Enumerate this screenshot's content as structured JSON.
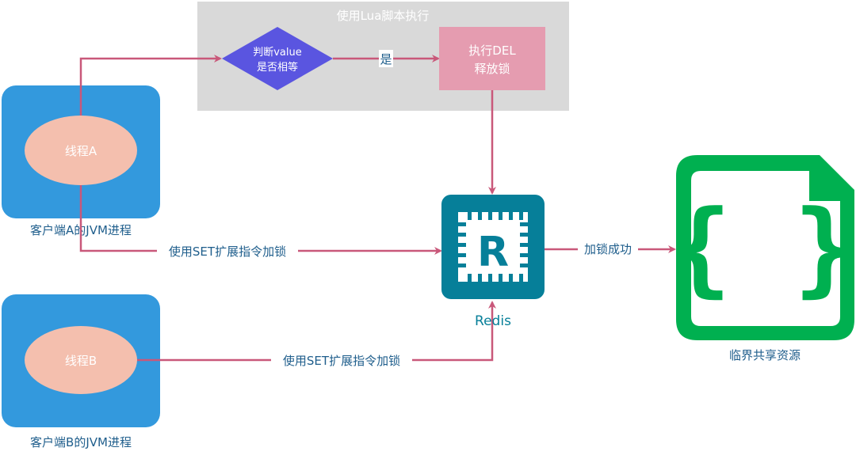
{
  "colors": {
    "client_box": "#3399dd",
    "thread_ellipse": "#f4bfae",
    "lua_group_bg": "#d9d9d9",
    "decision": "#5a55e0",
    "del_box": "#e59cb0",
    "arrow": "#c9587a",
    "label_text": "#1f5e8c",
    "redis": "#067f99",
    "resource": "#00b050",
    "white": "#ffffff"
  },
  "lua_group": {
    "title": "使用Lua脚本执行"
  },
  "decision": {
    "line1": "判断value",
    "line2": "是否相等"
  },
  "yes_label": "是",
  "del_box": {
    "line1": "执行DEL",
    "line2": "释放锁"
  },
  "client_a": {
    "thread": "线程A",
    "caption": "客户端A的JVM进程"
  },
  "client_b": {
    "thread": "线程B",
    "caption": "客户端B的JVM进程"
  },
  "edge_a_set": "使用SET扩展指令加锁",
  "edge_b_set": "使用SET扩展指令加锁",
  "edge_success": "加锁成功",
  "redis": {
    "letter": "R",
    "caption": "Redis"
  },
  "resource": {
    "glyph": "{ }",
    "caption": "临界共享资源"
  }
}
